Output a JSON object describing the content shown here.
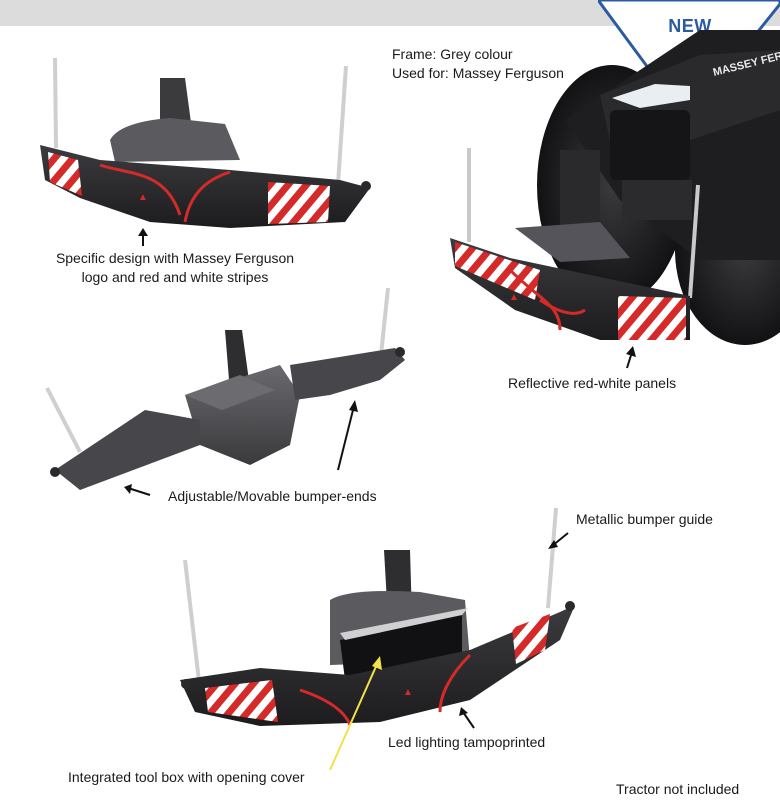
{
  "badge": {
    "label": "NEW"
  },
  "info": {
    "frame": "Frame: Grey colour",
    "used_for": "Used for: Massey Ferguson"
  },
  "callouts": {
    "specific_design_line1": "Specific design with Massey Ferguson",
    "specific_design_line2": "logo and red and white stripes",
    "reflective_panels": "Reflective red-white panels",
    "adjustable_ends": "Adjustable/Movable bumper-ends",
    "metallic_guide": "Metallic bumper guide",
    "led_lighting": "Led lighting tampoprinted",
    "tool_box": "Integrated tool box with opening cover",
    "tractor_note": "Tractor not included"
  },
  "logo_text": {
    "tractor_brand": "MASSEY FERGUSON"
  },
  "colors": {
    "badge_blue": "#2c5aa0",
    "stripe_red": "#d42a2a",
    "bumper_grey": "#4a4a4d",
    "tractor_black": "#1e1e20",
    "highlight_arrow": "#f2e14a"
  }
}
